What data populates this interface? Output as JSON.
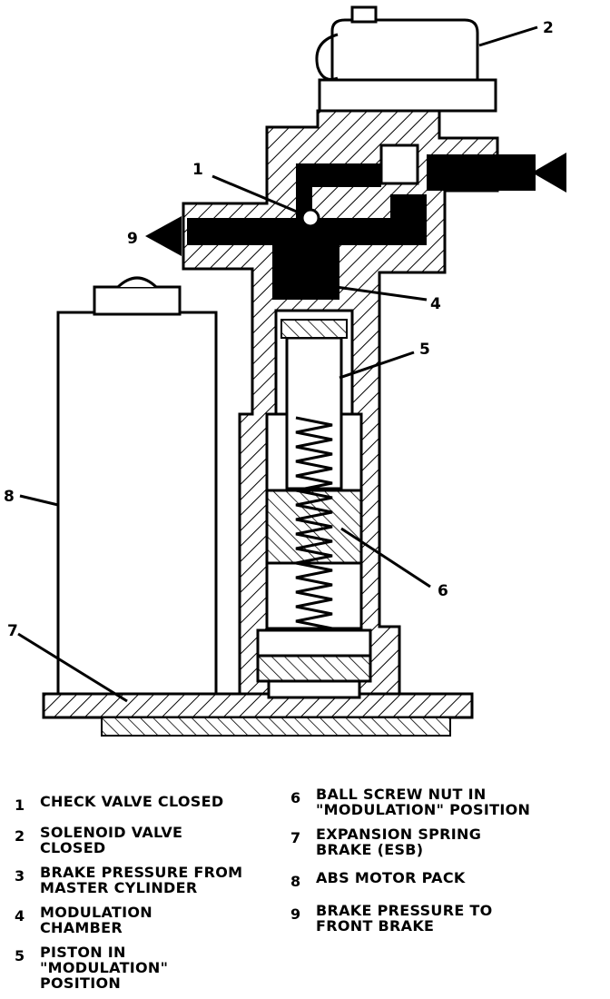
{
  "callouts": {
    "c1": "1",
    "c2": "2",
    "c4": "4",
    "c5": "5",
    "c6": "6",
    "c7": "7",
    "c8": "8",
    "c9": "9"
  },
  "legend": [
    {
      "num": "1",
      "text": "CHECK VALVE CLOSED"
    },
    {
      "num": "2",
      "text": "SOLENOID VALVE\nCLOSED"
    },
    {
      "num": "3",
      "text": "BRAKE PRESSURE FROM\nMASTER CYLINDER"
    },
    {
      "num": "4",
      "text": "MODULATION\nCHAMBER"
    },
    {
      "num": "5",
      "text": "PISTON IN\n\"MODULATION\"\nPOSITION"
    },
    {
      "num": "6",
      "text": "BALL SCREW NUT IN\n\"MODULATION\" POSITION"
    },
    {
      "num": "7",
      "text": "EXPANSION SPRING\nBRAKE (ESB)"
    },
    {
      "num": "8",
      "text": "ABS MOTOR PACK"
    },
    {
      "num": "9",
      "text": "BRAKE PRESSURE TO\nFRONT BRAKE"
    }
  ]
}
